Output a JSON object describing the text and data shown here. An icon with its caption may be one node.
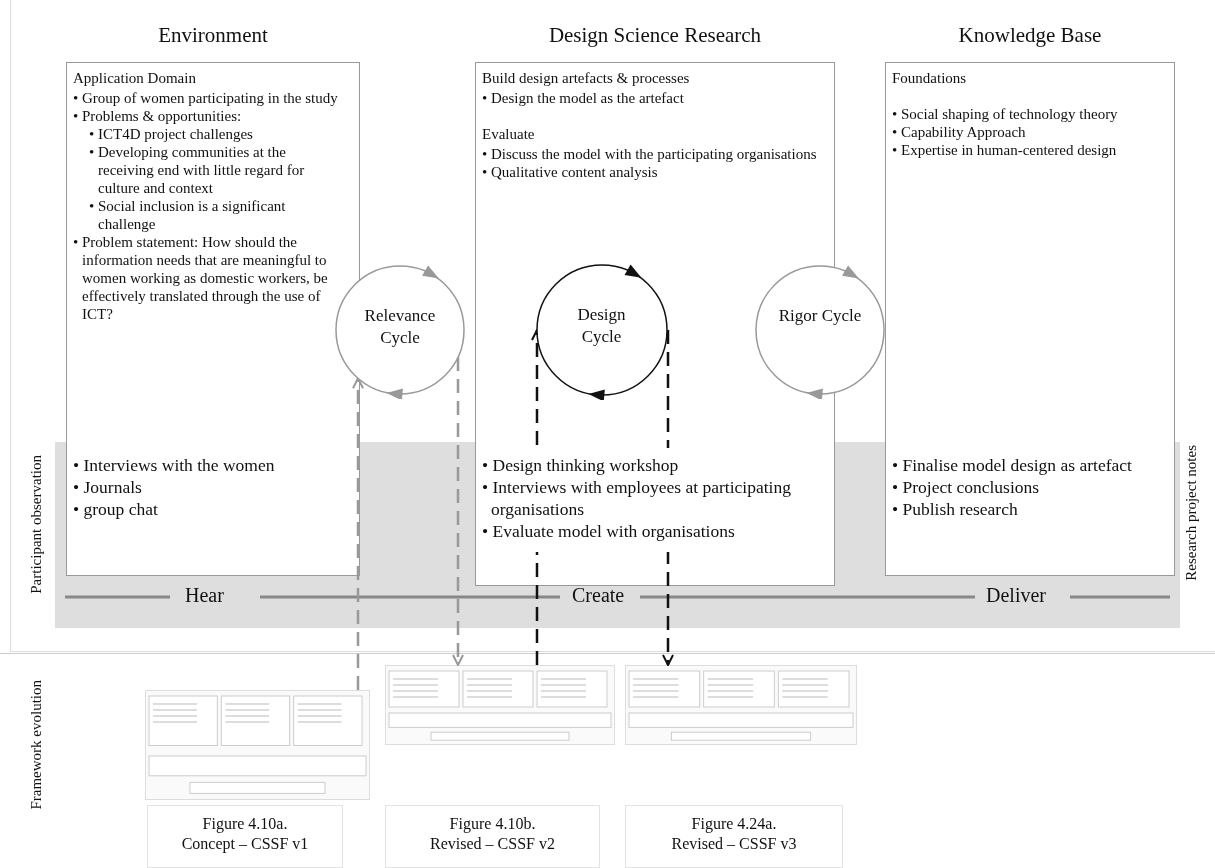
{
  "diagram": {
    "nodes": [
      {
        "text": [
          "Environment",
          "Application Domain",
          "• Group of women participating in the study",
          "• Problems & opportunities:",
          "• ICT4D project challenges",
          "• Developing communities at the receiving end with little regard for culture and context",
          "• Social inclusion is a significant challenge",
          "• Problem statement: How should the information needs that are meaningful to women working as domestic workers, be effectively translated through the use of ICT?",
          "• Interviews with the women",
          "• Journals",
          "• group chat"
        ]
      },
      {
        "text": [
          "Design Science Research",
          "Build design artefacts & processes",
          "• Design the model as the artefact",
          "Evaluate",
          "• Discuss the model with the participating organisations",
          "• Qualitative content analysis",
          "• Design thinking workshop",
          "• Interviews with employees at participating organisations",
          "• Evaluate model with organisations"
        ]
      },
      {
        "text": [
          "Knowledge Base",
          "Foundations",
          "• Social shaping of technology theory",
          "• Capability Approach",
          "• Expertise in human-centered design",
          "• Finalise model design as artefact",
          "• Project conclusions",
          "• Publish research"
        ]
      },
      {
        "text": [
          "Relevance Cycle"
        ]
      },
      {
        "text": [
          "Design Cycle"
        ],
        "in": 1
      },
      {
        "text": [
          "Rigor Cycle"
        ]
      },
      {
        "text": [],
        "shape": "picture"
      },
      {
        "text": [],
        "shape": "picture"
      },
      {
        "text": [],
        "shape": "picture"
      },
      {
        "text": [
          "Figure 4.10a. Concept – CSSF v1"
        ]
      },
      {
        "text": [
          "Figure 4.10b. Revised – CSSF v2"
        ]
      },
      {
        "text": [
          "Figure 4.24a. Revised – CSSF v3"
        ]
      }
    ],
    "edges": [
      {
        "from": 6,
        "to": 3,
        "arrow": "to",
        "style": "dashed",
        "color": "#999999"
      },
      {
        "from": 3,
        "to": 7,
        "arrow": "to",
        "style": "dashed",
        "color": "#999999"
      },
      {
        "from": 7,
        "to": 4,
        "arrow": "to",
        "style": "dashed",
        "color": "#111111"
      },
      {
        "from": 4,
        "to": 8,
        "arrow": "to",
        "style": "dashed",
        "color": "#111111"
      }
    ],
    "labels": [
      "Participant observation",
      "Hear",
      "Create",
      "Deliver",
      "Research project notes",
      "Framework evolution"
    ]
  }
}
